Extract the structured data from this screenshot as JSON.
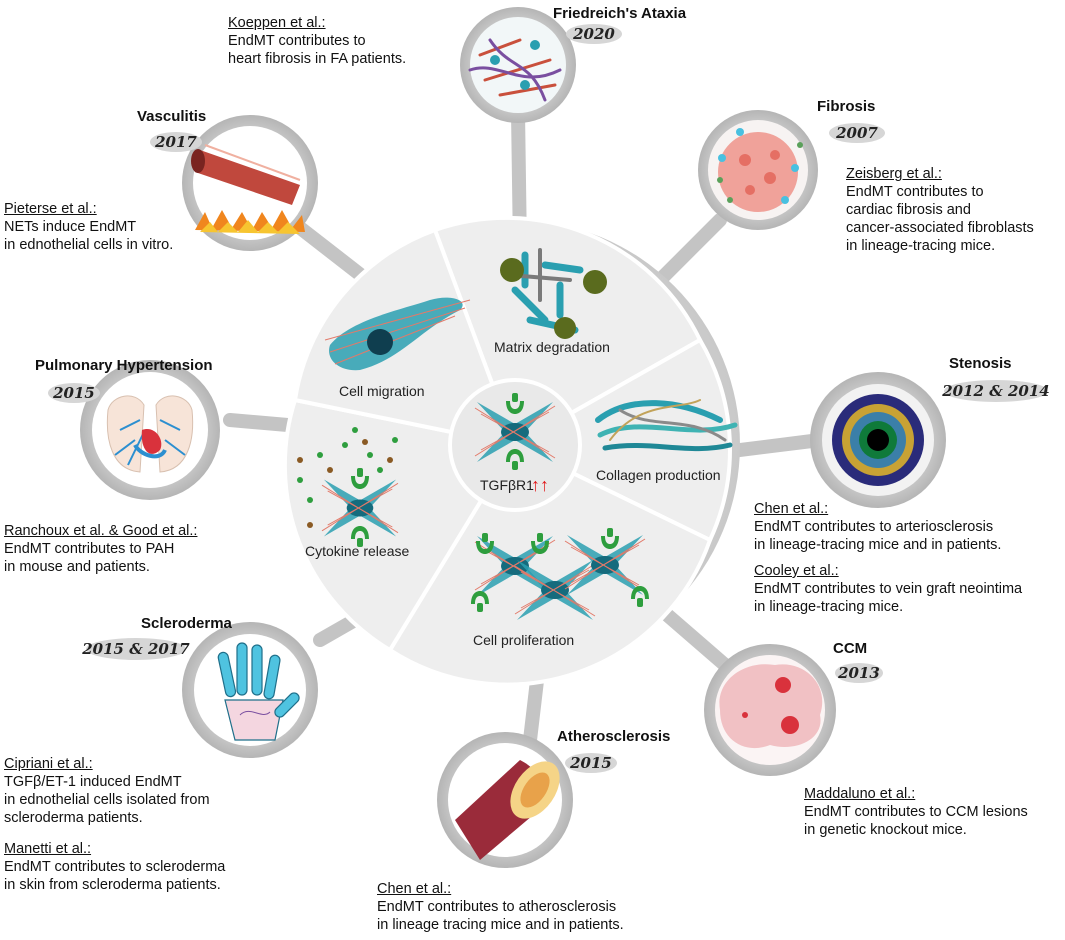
{
  "center": {
    "label": "TGFβR1",
    "arrows": "↑↑",
    "segments": [
      {
        "label": "Matrix degradation"
      },
      {
        "label": "Collagen production"
      },
      {
        "label": "Cell proliferation"
      },
      {
        "label": "Cytokine release"
      },
      {
        "label": "Cell migration"
      }
    ]
  },
  "diseases": [
    {
      "name": "Friedreich's Ataxia",
      "year": "2020"
    },
    {
      "name": "Fibrosis",
      "year": "2007"
    },
    {
      "name": "Stenosis",
      "year": "2012 & 2014"
    },
    {
      "name": "CCM",
      "year": "2013"
    },
    {
      "name": "Atherosclerosis",
      "year": "2015"
    },
    {
      "name": "Scleroderma",
      "year": "2015 & 2017"
    },
    {
      "name": "Pulmonary Hypertension",
      "year": "2015"
    },
    {
      "name": "Vasculitis",
      "year": "2017"
    }
  ],
  "refs": {
    "koeppen": {
      "author": "Koeppen et al.:",
      "lines": [
        "EndMT contributes to",
        "heart fibrosis in FA patients."
      ]
    },
    "zeisberg": {
      "author": "Zeisberg et al.:",
      "lines": [
        "EndMT contributes to",
        "cardiac fibrosis and",
        "cancer-associated fibroblasts",
        "in lineage-tracing mice."
      ]
    },
    "chen_stenosis": {
      "author": "Chen et al.:",
      "lines": [
        "EndMT contributes to arteriosclerosis",
        "in lineage-tracing mice and in patients."
      ]
    },
    "cooley": {
      "author": "Cooley et al.:",
      "lines": [
        "EndMT contributes to vein graft neointima",
        "in lineage-tracing mice."
      ]
    },
    "maddaluno": {
      "author": "Maddaluno et al.:",
      "lines": [
        "EndMT contributes to CCM lesions",
        "in genetic knockout mice."
      ]
    },
    "chen_athero": {
      "author": "Chen et al.:",
      "lines": [
        "EndMT contributes to atherosclerosis",
        "in lineage tracing mice and in patients."
      ]
    },
    "cipriani": {
      "author": "Cipriani et al.:",
      "lines": [
        "TGFβ/ET-1 induced EndMT",
        "in ednothelial cells isolated from",
        "scleroderma patients."
      ]
    },
    "manetti": {
      "author": "Manetti et al.:",
      "lines": [
        "EndMT contributes to scleroderma",
        "in skin from scleroderma patients."
      ]
    },
    "ranchoux": {
      "author": "Ranchoux et al. & Good et al.:",
      "lines": [
        "EndMT contributes to PAH",
        "in mouse and patients."
      ]
    },
    "pieterse": {
      "author": "Pieterse et al.:",
      "lines": [
        "NETs induce EndMT",
        "in ednothelial cells in vitro."
      ]
    }
  },
  "colors": {
    "hub": "#cfcfcf",
    "segment": "#ececec",
    "cell": "#2a9fb0",
    "nucleus": "#156b7d",
    "receptor": "#2e9e3e",
    "fiber": "#e27a6a",
    "arrow_red": "#e0191b"
  }
}
